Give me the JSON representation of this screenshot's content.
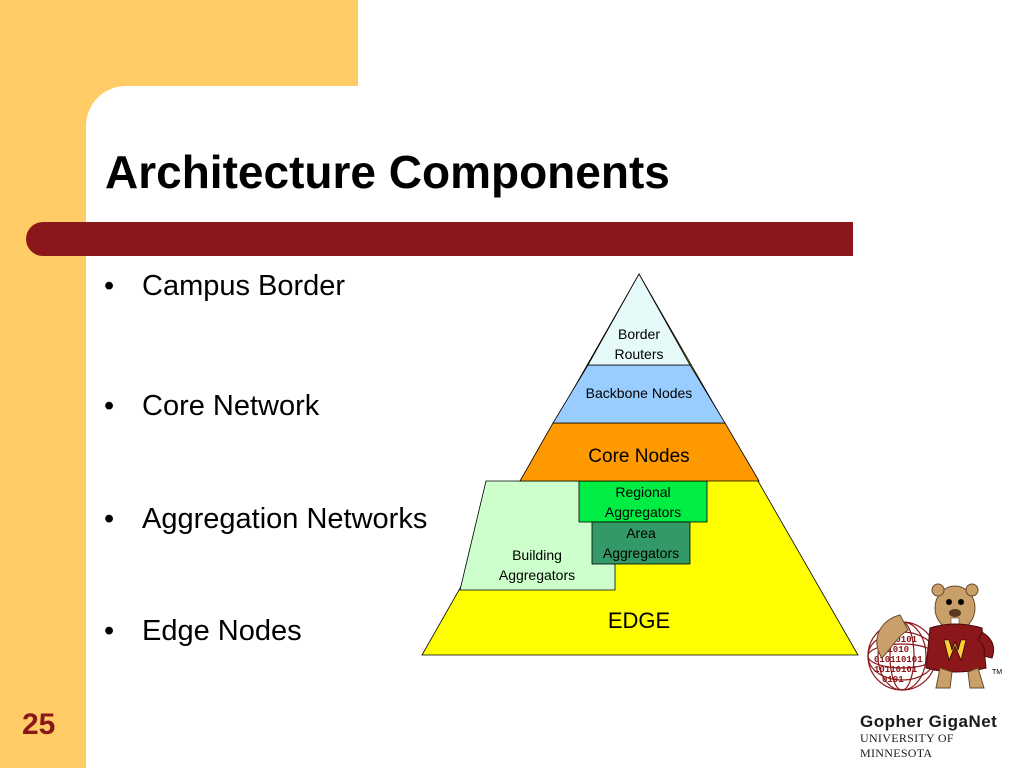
{
  "slide": {
    "title": "Architecture Components",
    "page_number": "25",
    "bullets": [
      "Campus Border",
      "Core Network",
      "Aggregation Networks",
      "Edge Nodes"
    ]
  },
  "pyramid": {
    "layers": {
      "border_routers": [
        "Border",
        "Routers"
      ],
      "backbone_nodes": "Backbone Nodes",
      "core_nodes": "Core Nodes",
      "regional_aggregators": [
        "Regional",
        "Aggregators"
      ],
      "area_aggregators": [
        "Area",
        "Aggregators"
      ],
      "building_aggregators": [
        "Building",
        "Aggregators"
      ],
      "edge": "EDGE"
    },
    "colors": {
      "border_routers": "#e6fafa",
      "backbone_nodes": "#99ccff",
      "core_nodes": "#ff9900",
      "regional_aggregators": "#00ee44",
      "area_aggregators": "#339966",
      "building_aggregators": "#ccffcc",
      "edge": "#ffff00"
    }
  },
  "logo": {
    "name": "Gopher GigaNet",
    "university": "UNIVERSITY OF MINNESOTA",
    "trademark": "TM",
    "binary_rows": [
      "10101",
      "01010",
      "010110101",
      "10110101",
      "0101"
    ]
  },
  "colors": {
    "accent_yellow": "#ffcc66",
    "accent_maroon": "#8b171a"
  }
}
